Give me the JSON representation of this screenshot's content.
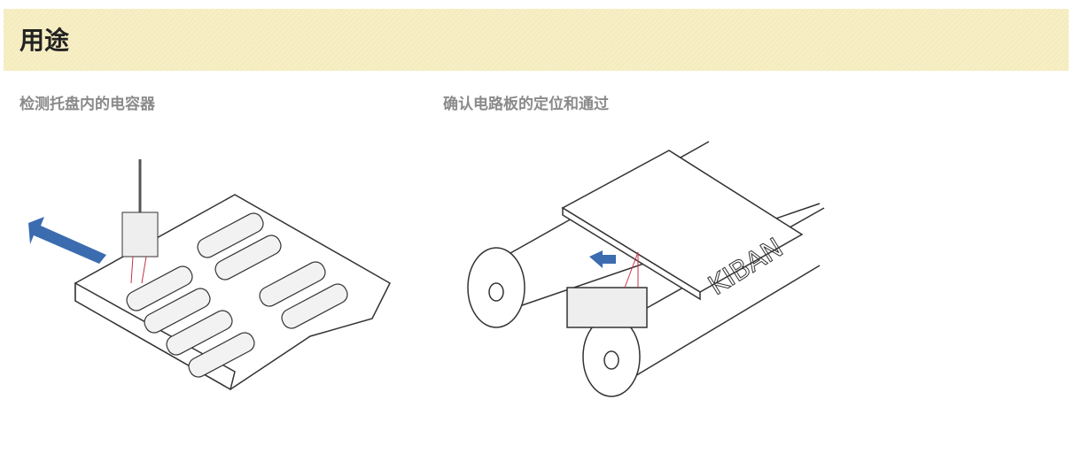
{
  "section": {
    "title": "用途"
  },
  "applications": [
    {
      "caption": "检测托盘内的电容器"
    },
    {
      "caption": "确认电路板的定位和通过",
      "board_label": "KIBAN"
    }
  ],
  "colors": {
    "header_bg": "#f7efc6",
    "arrow": "#3b6cb0",
    "beam": "#c8304a"
  }
}
